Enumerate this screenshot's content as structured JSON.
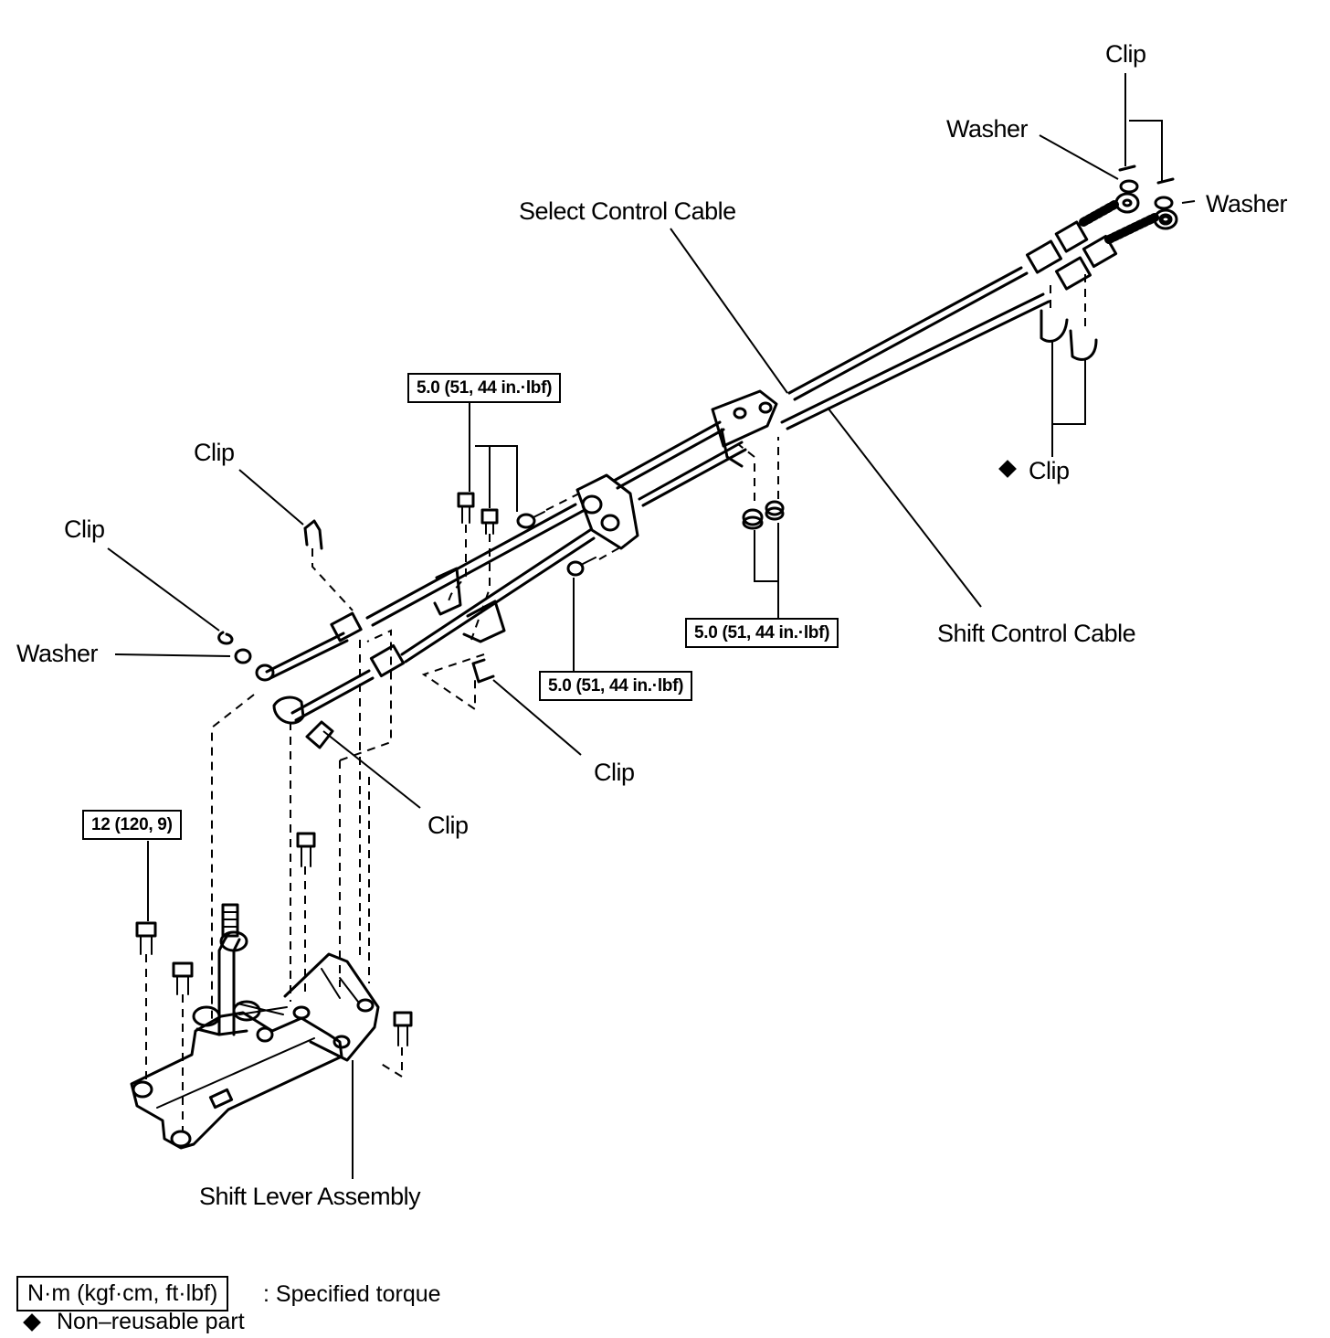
{
  "labels": {
    "clip_top": "Clip",
    "washer_top_left": "Washer",
    "washer_top_right": "Washer",
    "select_control_cable": "Select Control Cable",
    "shift_control_cable": "Shift Control Cable",
    "clip_right": "Clip",
    "clip_upper_left": "Clip",
    "clip_left": "Clip",
    "washer_left": "Washer",
    "clip_mid_right": "Clip",
    "clip_mid": "Clip",
    "shift_lever_assembly": "Shift Lever Assembly"
  },
  "torques": {
    "bracket_bolts": "5.0 (51, 44 in.·lbf)",
    "right_nuts": "5.0 (51, 44 in.·lbf)",
    "lower_bolt": "5.0 (51, 44 in.·lbf)",
    "shift_lever_bolts": "12 (120, 9)"
  },
  "legend": {
    "torque_unit": "N·m (kgf·cm, ft·lbf)",
    "torque_desc": ": Specified torque",
    "nonreusable_desc": "Non–reusable part"
  }
}
